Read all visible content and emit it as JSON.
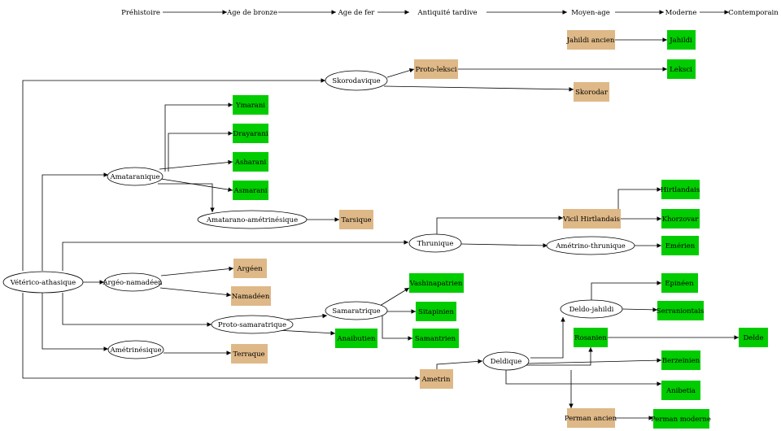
{
  "timeline": [
    "Préhistoire",
    "Age de bronze",
    "Age de fer",
    "Antiquité tardive",
    "Moyen-age",
    "Moderne",
    "Contemporain"
  ],
  "colors": {
    "extinct": "#deb887",
    "living": "#00cc00",
    "node_stroke": "#000000"
  },
  "nodes": {
    "vetero": "Vétérico-athasique",
    "skorodavique": "Skorodavique",
    "amataranique": "Amataranique",
    "amataramet": "Amatarano-amétrinésique",
    "argeonamadeen": "Argéo-namadéen",
    "protosamaratrique": "Proto-samaratrique",
    "ametrinesique": "Amétrinésique",
    "thrunique": "Thrunique",
    "samaratrique": "Samaratrique",
    "deldique": "Deldique",
    "deldojahildi": "Deldo-jahildi",
    "ametrinothrunique": "Amétrino-thrunique",
    "jahildiancien": "Jahildi ancien",
    "jahildi": "Jahildi",
    "protoleksci": "Proto-leksci",
    "leksci": "Leksci",
    "skorodar": "Skorodar",
    "ymarani": "Ymarani",
    "drayarani": "Drayarani",
    "asharani": "Asharani",
    "asmarani": "Asmarani",
    "tarsique": "Tarsique",
    "vicilhirtlandais": "Vicil Hirtlandais",
    "hirtlandais": "Hirtlandais",
    "khorzovar": "Khorzovar",
    "emerien": "Emérien",
    "argeen": "Argéen",
    "namadeen": "Namadéen",
    "vashinapatrien": "Vashinapatrien",
    "sitapinien": "Sitapinien",
    "samantrien": "Samantrien",
    "anaibutien": "Anaibutien",
    "terraque": "Terraque",
    "epineen": "Epinéen",
    "serraniontais": "Serraniontais",
    "rosanien": "Rosanien",
    "delde": "Delde",
    "berzeinien": "Berzeinien",
    "anibetia": "Anibetia",
    "ametrin": "Ametrin",
    "permanancien": "Perman ancien",
    "permanmoderne": "Perman moderne"
  }
}
